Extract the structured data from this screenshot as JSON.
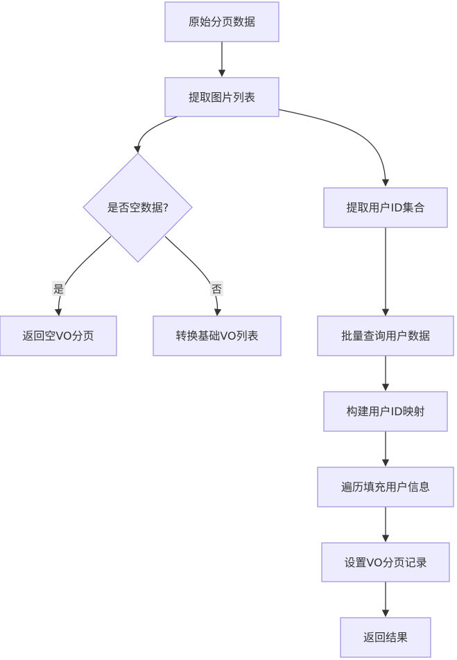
{
  "colors": {
    "node_fill": "#ececfe",
    "node_stroke": "#9d8fdb",
    "edge": "#333333",
    "label_bg": "#e8e8e8",
    "text": "#333333"
  },
  "nodes": {
    "raw_page_data": "原始分页数据",
    "extract_picture_list": "提取图片列表",
    "is_empty_decision": "是否空数据?",
    "extract_user_ids": "提取用户ID集合",
    "return_empty_vo_page": "返回空VO分页",
    "convert_base_vo_list": "转换基础VO列表",
    "batch_query_users": "批量查询用户数据",
    "build_user_id_map": "构建用户ID映射",
    "fill_user_info": "遍历填充用户信息",
    "set_vo_page_records": "设置VO分页记录",
    "return_result": "返回结果"
  },
  "edge_labels": {
    "yes": "是",
    "no": "否"
  }
}
